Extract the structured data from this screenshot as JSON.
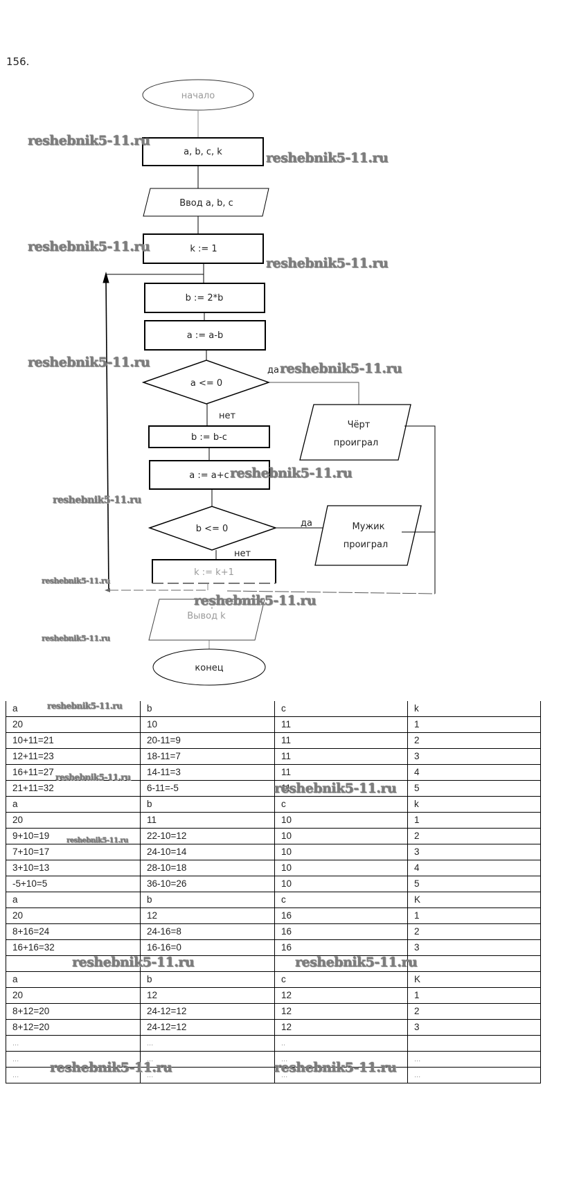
{
  "problem_number": "156.",
  "flowchart": {
    "start": "начало",
    "declare": "a, b, c, k",
    "input": "Ввод a, b, c",
    "init_k": "k := 1",
    "double_b": "b := 2*b",
    "a_minus_b": "a := a-b",
    "cond1": "a <= 0",
    "cond1_yes": "да",
    "cond1_no": "нет",
    "out1_line1": "Чёрт",
    "out1_line2": "проиграл",
    "b_minus_c": "b := b-c",
    "a_plus_c": "a := a+c",
    "cond2": "b <= 0",
    "cond2_yes": "да",
    "cond2_no": "нет",
    "out2_line1": "Мужик",
    "out2_line2": "проиграл",
    "inc_k": "k := k+1",
    "output": "Вывод k",
    "end": "конец"
  },
  "watermark": "reshebnik5-11.ru",
  "trace_table": {
    "rows": [
      {
        "type": "header",
        "cells": [
          "a",
          "b",
          "c",
          "k"
        ]
      },
      {
        "type": "data",
        "cells": [
          "20",
          "10",
          "11",
          "1"
        ]
      },
      {
        "type": "data",
        "cells": [
          "10+11=21",
          "20-11=9",
          "11",
          "2"
        ]
      },
      {
        "type": "data",
        "cells": [
          "12+11=23",
          "18-11=7",
          "11",
          "3"
        ]
      },
      {
        "type": "data",
        "cells": [
          "16+11=27",
          "14-11=3",
          "11",
          "4"
        ]
      },
      {
        "type": "data",
        "cells": [
          "21+11=32",
          "6-11=-5",
          "11",
          "5"
        ]
      },
      {
        "type": "header",
        "cells": [
          "a",
          "b",
          "c",
          "k"
        ]
      },
      {
        "type": "data",
        "cells": [
          "20",
          "11",
          "10",
          "1"
        ]
      },
      {
        "type": "data",
        "cells": [
          "9+10=19",
          "22-10=12",
          "10",
          "2"
        ]
      },
      {
        "type": "data",
        "cells": [
          "7+10=17",
          "24-10=14",
          "10",
          "3"
        ]
      },
      {
        "type": "data",
        "cells": [
          "3+10=13",
          "28-10=18",
          "10",
          "4"
        ]
      },
      {
        "type": "data",
        "cells": [
          "-5+10=5",
          "36-10=26",
          "10",
          "5"
        ]
      },
      {
        "type": "header",
        "cells": [
          "a",
          "b",
          "c",
          "K"
        ]
      },
      {
        "type": "data",
        "cells": [
          "20",
          "12",
          "16",
          "1"
        ]
      },
      {
        "type": "data",
        "cells": [
          "8+16=24",
          "24-16=8",
          "16",
          "2"
        ]
      },
      {
        "type": "data",
        "cells": [
          "16+16=32",
          "16-16=0",
          "16",
          "3"
        ]
      },
      {
        "type": "blank",
        "cells": [
          "",
          "",
          "",
          ""
        ]
      },
      {
        "type": "header",
        "cells": [
          "a",
          "b",
          "c",
          "K"
        ]
      },
      {
        "type": "data",
        "cells": [
          "20",
          "12",
          "12",
          "1"
        ]
      },
      {
        "type": "data",
        "cells": [
          "8+12=20",
          "24-12=12",
          "12",
          "2"
        ]
      },
      {
        "type": "data",
        "cells": [
          "8+12=20",
          "24-12=12",
          "12",
          "3"
        ]
      },
      {
        "type": "dots",
        "cells": [
          "...",
          "...",
          "..",
          ""
        ]
      },
      {
        "type": "dots",
        "cells": [
          "...",
          "...",
          "...",
          "..."
        ]
      },
      {
        "type": "dots",
        "cells": [
          "...",
          "...",
          "...",
          "..."
        ]
      }
    ]
  }
}
